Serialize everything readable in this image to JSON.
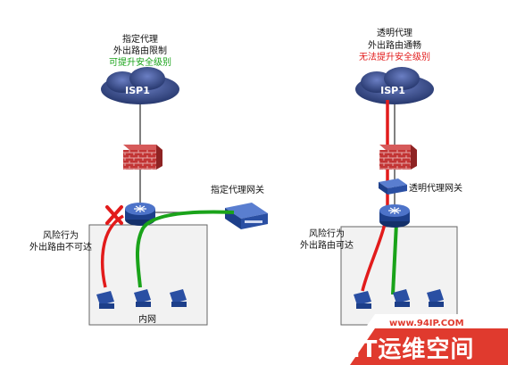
{
  "left": {
    "title": "指定代理",
    "subtitle": "外出路由限制",
    "status": "可提升安全级别",
    "cloud": "ISP1",
    "gateway": "指定代理网关",
    "risk_line1": "风险行为",
    "risk_line2": "外出路由不可达",
    "network": "内网"
  },
  "right": {
    "title": "透明代理",
    "subtitle": "外出路由通畅",
    "status": "无法提升安全级别",
    "cloud": "ISP1",
    "gateway": "透明代理网关",
    "risk_line1": "风险行为",
    "risk_line2": "外出路由可达"
  },
  "watermark": {
    "url": "www.94IP.COM",
    "brand": "IT运维空间"
  },
  "colors": {
    "safe": "#1aa31a",
    "unsafe": "#e21b1b",
    "cloud": "#3a4d8f",
    "firewall": "#b52a2a",
    "device": "#1d3f8a",
    "brand": "#e03a2e"
  }
}
